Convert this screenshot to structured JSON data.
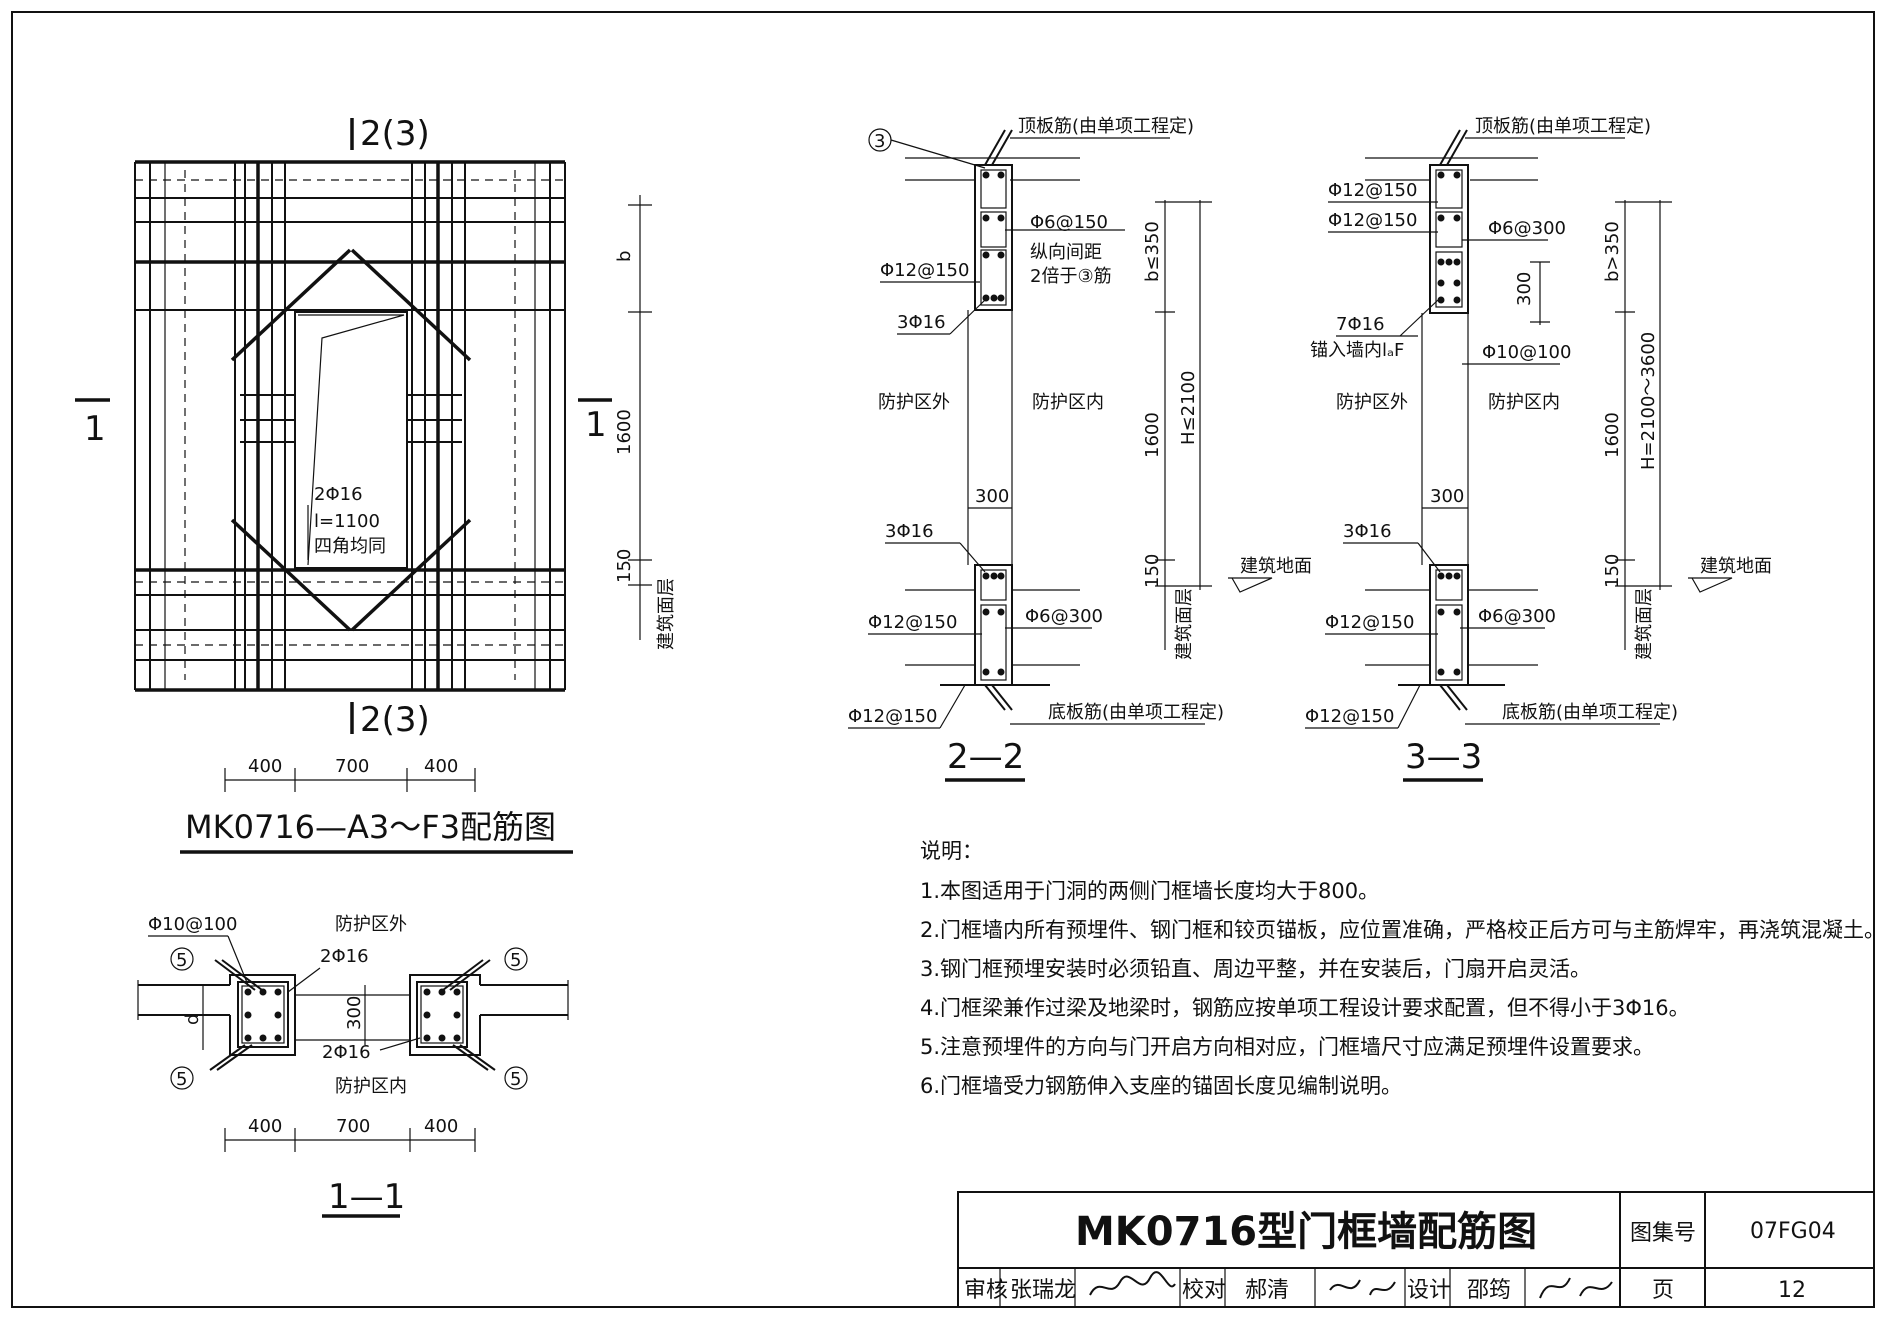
{
  "plan": {
    "section_mark_top": "2(3)",
    "section_mark_bottom": "2(3)",
    "section_mark_left": "1",
    "section_mark_right": "1",
    "bar_note": [
      "2Φ16",
      "l=1100",
      "四角均同"
    ],
    "dims_bottom": [
      "400",
      "700",
      "400"
    ],
    "dims_right": [
      "b",
      "1600",
      "150"
    ],
    "floor_label": "建筑面层",
    "title": "MK0716—A3～F3配筋图"
  },
  "sec11": {
    "labels": {
      "top_bar": "Φ10@100",
      "outside": "防护区外",
      "inside": "防护区内",
      "bar_top": "2Φ16",
      "bar_bottom": "2Φ16",
      "dim_300": "300",
      "dim_d": "d"
    },
    "markers": [
      "5",
      "5",
      "5",
      "5"
    ],
    "dims": [
      "400",
      "700",
      "400"
    ],
    "title": "1—1"
  },
  "sec22": {
    "marker": "3",
    "top_slab": "顶板筋(由单项工程定)",
    "stirrup": "Φ6@150",
    "note1": "纵向间距",
    "note2": "2倍于③筋",
    "bar_side": "Φ12@150",
    "bar_3": "3Φ16",
    "outside": "防护区外",
    "inside": "防护区内",
    "dim_300": "300",
    "bar_3b": "3Φ16",
    "bar_side_b": "Φ12@150",
    "stirrup_b": "Φ6@300",
    "bar_bottom": "Φ12@150",
    "bottom_slab": "底板筋(由单项工程定)",
    "dim_b": "b≤350",
    "dim_1600": "1600",
    "dim_H": "H≤2100",
    "dim_150": "150",
    "floor": "建筑地面",
    "layer": "建筑面层",
    "title": "2—2"
  },
  "sec33": {
    "top_slab": "顶板筋(由单项工程定)",
    "bar_a": "Φ12@150",
    "bar_b": "Φ12@150",
    "stirrup": "Φ6@300",
    "dim_300a": "300",
    "bar_7": "7Φ16",
    "anchor": "锚入墙内lₐF",
    "stirrup2": "Φ10@100",
    "outside": "防护区外",
    "inside": "防护区内",
    "dim_300": "300",
    "bar_3b": "3Φ16",
    "bar_side_b": "Φ12@150",
    "stirrup_b": "Φ6@300",
    "bar_bottom": "Φ12@150",
    "bottom_slab": "底板筋(由单项工程定)",
    "dim_b": "b>350",
    "dim_1600": "1600",
    "dim_H": "H=2100～3600",
    "dim_150": "150",
    "floor": "建筑地面",
    "layer": "建筑面层",
    "title": "3—3"
  },
  "notes": {
    "heading": "说明：",
    "items": [
      "1.本图适用于门洞的两侧门框墙长度均大于800。",
      "2.门框墙内所有预埋件、钢门框和铰页锚板，应位置准确，严格校正后方可与主筋焊牢，再浇筑混凝土。",
      "3.钢门框预埋安装时必须铅直、周边平整，并在安装后，门扇开启灵活。",
      "4.门框梁兼作过梁及地梁时，钢筋应按单项工程设计要求配置，但不得小于3Φ16。",
      "5.注意预埋件的方向与门开启方向相对应，门框墙尺寸应满足预埋件设置要求。",
      "6.门框墙受力钢筋伸入支座的锚固长度见编制说明。"
    ]
  },
  "title_block": {
    "main_title": "MK0716型门框墙配筋图",
    "atlas_label": "图集号",
    "atlas_no": "07FG04",
    "review_label": "审核",
    "reviewer": "张瑞龙",
    "check_label": "校对",
    "checker": "郝清",
    "design_label": "设计",
    "designer": "邵筠",
    "page_label": "页",
    "page_no": "12"
  }
}
